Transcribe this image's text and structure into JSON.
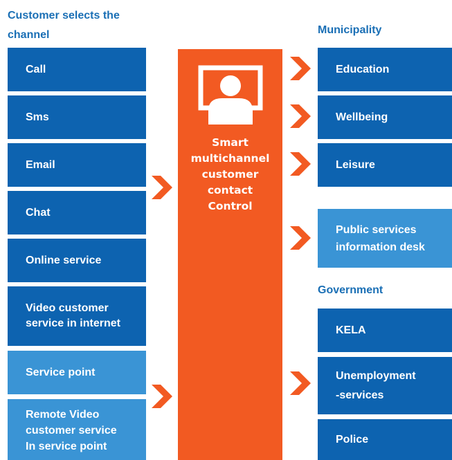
{
  "left_heading": "Customer selects the\nchannel",
  "municipality_heading": "Municipality",
  "government_heading": "Government",
  "channels": [
    {
      "label": "Call",
      "shade": "dark"
    },
    {
      "label": "Sms",
      "shade": "dark"
    },
    {
      "label": "Email",
      "shade": "dark"
    },
    {
      "label": "Chat",
      "shade": "dark"
    },
    {
      "label": "Online service",
      "shade": "dark"
    },
    {
      "label": "Video customer\nservice in internet",
      "shade": "dark"
    },
    {
      "label": "Service point",
      "shade": "light"
    },
    {
      "label": "Remote Video\ncustomer service\nIn service point",
      "shade": "light"
    }
  ],
  "center": {
    "icon": "person-at-screen-icon",
    "label": "Smart\nmultichannel\ncustomer\ncontact\nControl"
  },
  "municipality": [
    {
      "label": "Education",
      "shade": "dark"
    },
    {
      "label": "Wellbeing",
      "shade": "dark"
    },
    {
      "label": "Leisure",
      "shade": "dark"
    }
  ],
  "public_desk": {
    "label": "Public services\ninformation desk",
    "shade": "light"
  },
  "government": [
    {
      "label": "KELA",
      "shade": "dark"
    },
    {
      "label": "Unemployment\n-services",
      "shade": "dark"
    },
    {
      "label": "Police",
      "shade": "dark"
    }
  ],
  "colors": {
    "dark_blue": "#0d63b0",
    "light_blue": "#3a94d5",
    "orange": "#f25a22",
    "heading_blue": "#1a6fb5"
  }
}
